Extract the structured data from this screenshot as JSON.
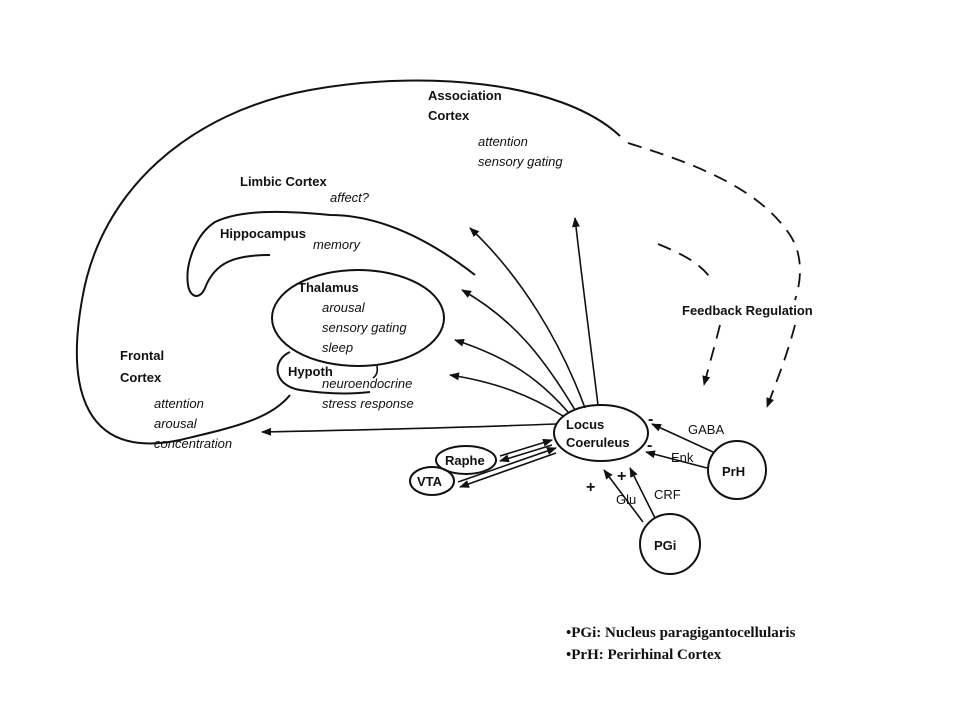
{
  "regions": {
    "association_cortex": {
      "line1": "Association",
      "line2": "Cortex",
      "fn1": "attention",
      "fn2": "sensory gating"
    },
    "limbic_cortex": {
      "name": "Limbic Cortex",
      "fn": "affect?"
    },
    "hippocampus": {
      "name": "Hippocampus",
      "fn": "memory"
    },
    "thalamus": {
      "name": "Thalamus",
      "fn1": "arousal",
      "fn2": "sensory gating",
      "fn3": "sleep"
    },
    "hypothalamus": {
      "name": "Hypoth",
      "fn1": "neuroendocrine",
      "fn2": "stress response"
    },
    "frontal_cortex": {
      "line1": "Frontal",
      "line2": "Cortex",
      "fn1": "attention",
      "fn2": "arousal",
      "fn3": "concentration"
    }
  },
  "nuclei": {
    "locus_coeruleus": {
      "line1": "Locus",
      "line2": "Coeruleus"
    },
    "raphe": "Raphe",
    "vta": "VTA",
    "prh": "PrH",
    "pgi": "PGi"
  },
  "inputs": {
    "gaba": "GABA",
    "enk": "Enk",
    "crf": "CRF",
    "glu": "Glu",
    "minus": "-",
    "plus": "+"
  },
  "feedback": "Feedback Regulation",
  "legend": [
    "•PGi: Nucleus paragigantocellularis",
    "•PrH: Perirhinal Cortex"
  ]
}
